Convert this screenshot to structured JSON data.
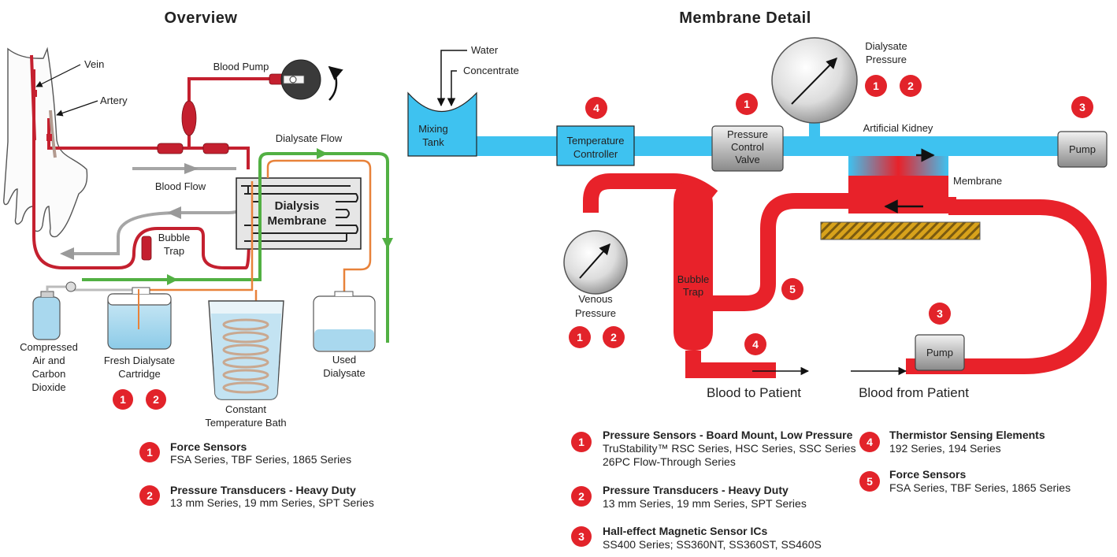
{
  "overview": {
    "title": "Overview",
    "labels": {
      "vein": "Vein",
      "artery": "Artery",
      "blood_pump": "Blood Pump",
      "blood_flow": "Blood Flow",
      "dialysate_flow": "Dialysate Flow",
      "dialysis_membrane_1": "Dialysis",
      "dialysis_membrane_2": "Membrane",
      "bubble_trap_1": "Bubble",
      "bubble_trap_2": "Trap",
      "compressed_1": "Compressed",
      "compressed_2": "Air and",
      "compressed_3": "Carbon",
      "compressed_4": "Dioxide",
      "fresh_1": "Fresh Dialysate",
      "fresh_2": "Cartridge",
      "bath_1": "Constant",
      "bath_2": "Temperature Bath",
      "used_1": "Used",
      "used_2": "Dialysate"
    },
    "badges": [
      "1",
      "2"
    ],
    "legend": [
      {
        "num": "1",
        "title": "Force Sensors",
        "lines": [
          "FSA Series, TBF Series, 1865 Series"
        ]
      },
      {
        "num": "2",
        "title": "Pressure Transducers - Heavy Duty",
        "lines": [
          "13 mm Series, 19 mm Series, SPT Series"
        ]
      }
    ]
  },
  "detail": {
    "title": "Membrane Detail",
    "labels": {
      "water": "Water",
      "concentrate": "Concentrate",
      "mixing_1": "Mixing",
      "mixing_2": "Tank",
      "temp_1": "Temperature",
      "temp_2": "Controller",
      "pcv_1": "Pressure",
      "pcv_2": "Control",
      "pcv_3": "Valve",
      "dialysate_pressure_1": "Dialysate",
      "dialysate_pressure_2": "Pressure",
      "artificial_kidney": "Artificial Kidney",
      "pump": "Pump",
      "membrane": "Membrane",
      "venous_1": "Venous",
      "venous_2": "Pressure",
      "bubble_1": "Bubble",
      "bubble_2": "Trap",
      "pump_lower": "Pump",
      "blood_to_patient": "Blood to Patient",
      "blood_from_patient": "Blood from Patient"
    },
    "badges": {
      "temp": "4",
      "pcv": "1",
      "dial_1": "1",
      "dial_2": "2",
      "pump_top": "3",
      "venous_1": "1",
      "venous_2": "2",
      "bubble": "5",
      "blood_to": "4",
      "pump_low": "3"
    },
    "legend": [
      {
        "num": "1",
        "title": "Pressure Sensors - Board Mount, Low Pressure",
        "lines": [
          "TruStability™ RSC Series, HSC Series, SSC Series",
          "26PC Flow-Through Series"
        ]
      },
      {
        "num": "2",
        "title": "Pressure Transducers - Heavy Duty",
        "lines": [
          "13 mm Series, 19 mm Series, SPT Series"
        ]
      },
      {
        "num": "3",
        "title": "Hall-effect Magnetic Sensor ICs",
        "lines": [
          "SS400 Series; SS360NT, SS360ST, SS460S"
        ]
      },
      {
        "num": "4",
        "title": "Thermistor Sensing Elements",
        "lines": [
          "192 Series, 194 Series"
        ]
      },
      {
        "num": "5",
        "title": "Force Sensors",
        "lines": [
          "FSA Series, TBF Series, 1865 Series"
        ]
      }
    ]
  },
  "colors": {
    "blood": "#c4202f",
    "blood_bright": "#e8222a",
    "dialysate_blue": "#3ec2f0",
    "green": "#52b043",
    "orange": "#e8823a",
    "gray": "#9a9a9a",
    "badge": "#e2232a"
  }
}
